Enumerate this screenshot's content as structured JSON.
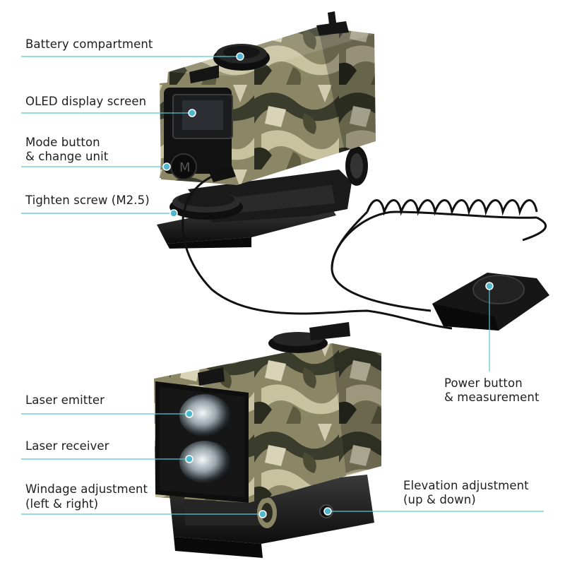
{
  "labels": {
    "battery": "Battery compartment",
    "oled": "OLED display screen",
    "mode_line1": "Mode button",
    "mode_line2": "& change unit",
    "tighten": "Tighten screw (M2.5)",
    "power_line1": "Power button",
    "power_line2": "& measurement",
    "laser_emitter": "Laser emitter",
    "laser_receiver": "Laser receiver",
    "windage_line1": "Windage adjustment",
    "windage_line2": "(left & right)",
    "elevation_line1": "Elevation adjustment",
    "elevation_line2": "(up & down)"
  },
  "icons": {
    "mode_button_glyph": "M"
  },
  "colors": {
    "leader_line": "#5bc4d6",
    "marker_dot": "#4fb8cc",
    "camo_dark": "#2f3326",
    "camo_mid": "#6b6a4e",
    "camo_light": "#c9c4a4",
    "metal_black": "#151515"
  }
}
